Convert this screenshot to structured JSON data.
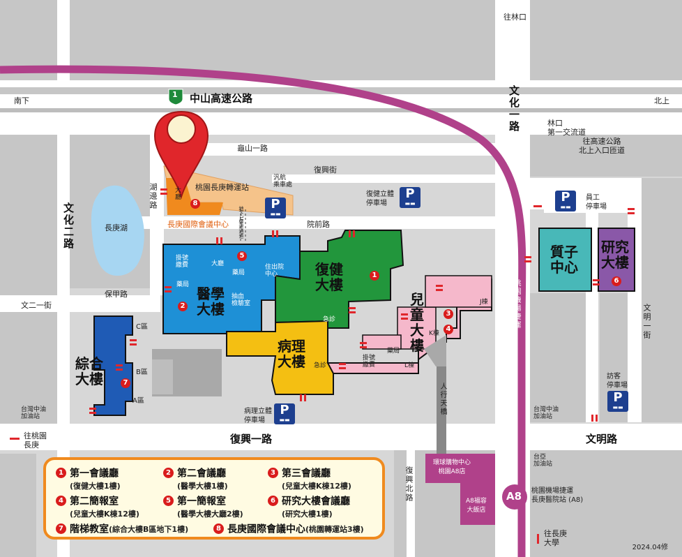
{
  "roads": {
    "zhongshan_highway": "中山高速公路",
    "highway_shield": "1",
    "southbound": "南下",
    "northbound": "北上",
    "wenhua_1": "文化一路",
    "wenhua_2": "文化二路",
    "guishan_1": "龜山一路",
    "fuxing_st": "復興街",
    "yuanqian_rd": "院前路",
    "baojia_rd": "保甲路",
    "fuxing_1": "復興一路",
    "wenming_rd": "文明路",
    "wener_1": "文二一街",
    "wenming_1": "文明一街",
    "hubian_rd": "湖邊路",
    "fuxing_north": "復興北路",
    "to_linkou": "往林口",
    "linkou_interchange": "林口\n第一交流道",
    "highway_ramp": "往高速公路\n北上入口匝道",
    "to_taoyuan": "往桃園\n長庚",
    "to_cgu": "往長庚\n大學"
  },
  "buildings": {
    "medical": "醫學\n大樓",
    "rehab": "復健\n大樓",
    "pathology": "病理\n大樓",
    "children": "兒\n童\n大\n樓",
    "comprehensive": "綜合\n大樓",
    "quality": "質子\n中心",
    "research": "研究\n大樓",
    "lake": "長庚湖",
    "intl_conv_label": "長庚國際會議中心",
    "transit_station": "桃園長庚轉運站",
    "hall_label": "大\n廳",
    "mall": "環球購物中心\n桃園A8店",
    "hotel": "A8福容\n大飯店",
    "gas_station_1": "台灣中油\n加油站",
    "gas_station_2": "台灣中油\n加油站",
    "gas_station_3": "台亞\n加油站",
    "pedestrian_bridge": "人行天橋",
    "airport_mrt": "桃園機場捷運",
    "mrt_station_code": "A8",
    "mrt_station_name": "桃園機場捷運\n長庚醫院站 (A8)",
    "underground_passage": "地下1樓連通道"
  },
  "details": {
    "registration": "掛號\n繳費",
    "hall": "大廳",
    "pharmacy": "藥局",
    "admission": "住出院\n中心",
    "pharmacy2": "藥局",
    "blood": "抽血\n檢驗室",
    "emergency": "急診",
    "emergency2": "急診",
    "registration2": "掛號\n繳費",
    "pharmacy3": "藥局",
    "l_building": "L棟",
    "k_building": "K棟",
    "j_building": "J棟",
    "zone_c": "C區",
    "zone_b": "B區",
    "zone_a": "A區",
    "ferry_stop": "汎航\n乘車處"
  },
  "parking": {
    "fujian": "復健立體\n停車場",
    "pathology": "病理立體\n停車場",
    "staff": "員工\n停車場",
    "visitor": "訪客\n停車場"
  },
  "legend": [
    {
      "num": "1",
      "name": "第一會議廳",
      "loc": "(復健大樓1樓)"
    },
    {
      "num": "2",
      "name": "第二會議廳",
      "loc": "(醫學大樓1樓)"
    },
    {
      "num": "3",
      "name": "第三會議廳",
      "loc": "(兒童大樓K棟12樓)"
    },
    {
      "num": "4",
      "name": "第二簡報室",
      "loc": "(兒童大樓K棟12樓)"
    },
    {
      "num": "5",
      "name": "第一簡報室",
      "loc": "(醫學大樓大廳2樓)"
    },
    {
      "num": "6",
      "name": "研究大樓會議廳",
      "loc": "(研究大樓1樓)"
    },
    {
      "num": "7",
      "name": "階梯教室",
      "loc": "(綜合大樓B區地下1樓)"
    },
    {
      "num": "8",
      "name": "長庚國際會議中心",
      "loc": "(桃園轉運站3樓)"
    }
  ],
  "version_date": "2024.04修",
  "colors": {
    "medical": "#1e90d6",
    "rehab": "#22963c",
    "pathology": "#f4bf12",
    "children": "#f5b8cb",
    "comprehensive": "#1f5bb5",
    "quality": "#48b8b8",
    "research": "#8a58a8",
    "mrt_line": "#b0418a",
    "marker": "#e0262b",
    "legend_border": "#f08a1e",
    "parking": "#1d3f8f"
  }
}
